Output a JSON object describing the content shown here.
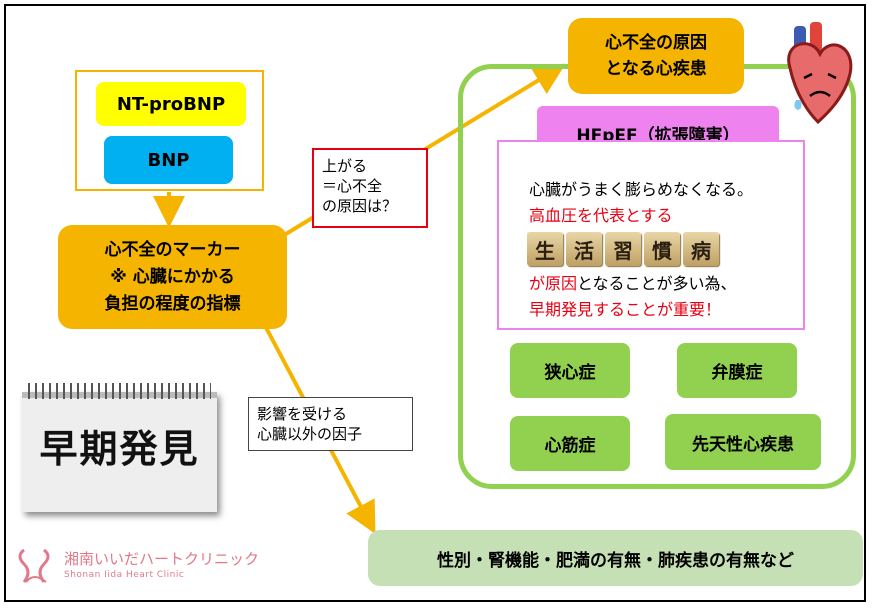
{
  "markers": {
    "ntprobnp": "NT-proBNP",
    "bnp": "BNP"
  },
  "heart_failure_marker": {
    "line1": "心不全のマーカー",
    "line2": "※ 心臓にかかる",
    "line3": "負担の程度の指標"
  },
  "label_rise": {
    "line1": "上がる",
    "line2": "＝心不全",
    "line3": "の原因は？"
  },
  "label_factors": {
    "line1": "影響を受ける",
    "line2": "心臓以外の因子"
  },
  "cause_box": {
    "line1": "心不全の原因",
    "line2": "となる心疾患"
  },
  "hfpef": {
    "title": "HFpEF（拡張障害）",
    "desc1": "心臓がうまく膨らめなくなる。",
    "desc2": "高血圧を代表とする",
    "tiles": [
      "生",
      "活",
      "習",
      "慣",
      "病"
    ],
    "desc3_red": "が原因",
    "desc3_black": "となることが多い為、",
    "desc4": "早期発見することが重要！"
  },
  "diseases": [
    "狭心症",
    "弁膜症",
    "心筋症",
    "先天性心疾患"
  ],
  "other_factors": "性別・腎機能・肥満の有無・肺疾患の有無など",
  "calendar_text": "早期発見",
  "logo": {
    "name": "湘南いいだハートクリニック",
    "sub": "Shonan Iida Heart Clinic"
  },
  "colors": {
    "orange": "#f5b400",
    "green": "#92d050",
    "light_green": "#c5e0b4",
    "pink": "#ee82ee",
    "yellow": "#ffff00",
    "cyan": "#00b0f0",
    "red": "#e60012"
  }
}
